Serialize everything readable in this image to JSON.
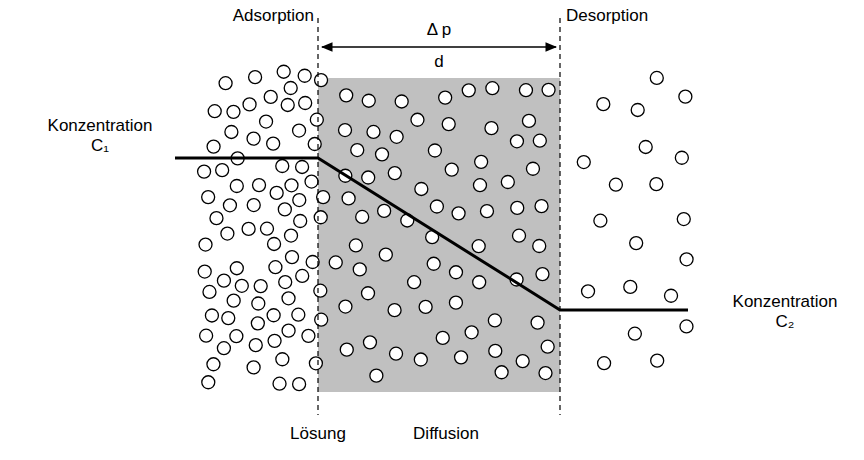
{
  "diagram": {
    "labels": [
      "Adsorption",
      "Δ p",
      "d",
      "Desorption",
      "Konzentration C₁",
      "Konzentration C₂",
      "Lösung",
      "Diffusion"
    ]
  }
}
